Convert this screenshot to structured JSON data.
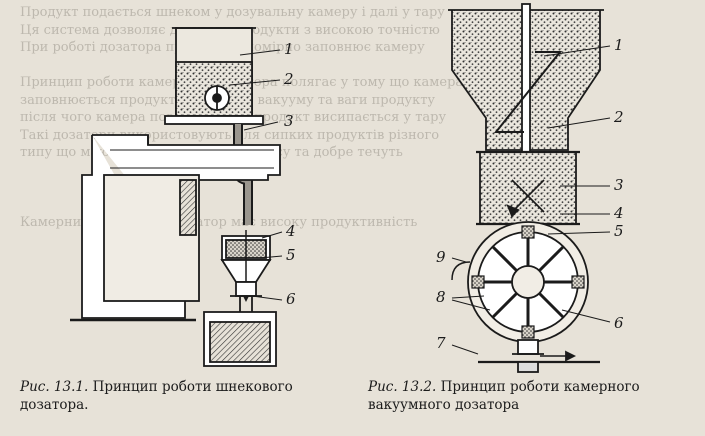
{
  "figure1": {
    "numbers": [
      "1",
      "2",
      "3",
      "4",
      "5",
      "6"
    ],
    "caption_label": "Рис. 13.1.",
    "caption_text": "Принцип роботи шнекового дозатора."
  },
  "figure2": {
    "numbers": [
      "1",
      "2",
      "3",
      "4",
      "5",
      "9",
      "8",
      "6",
      "7"
    ],
    "caption_label": "Рис. 13.2.",
    "caption_text": "Принцип роботи камерного вакуумного дозатора"
  },
  "colors": {
    "paper": "#e7e2d8",
    "ink": "#1b1b1b",
    "bleed": "#bdb8ae"
  }
}
